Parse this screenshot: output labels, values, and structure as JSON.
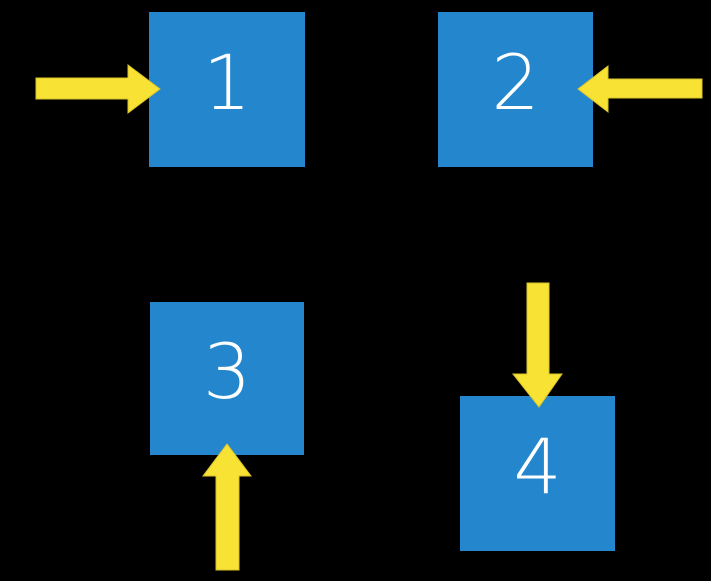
{
  "diagram": {
    "type": "slide-shapes",
    "description": "Four blue squares each receiving a yellow block arrow from a different side",
    "squares": [
      {
        "label": "1",
        "position": "top-left",
        "arrow_direction": "right",
        "arrow_enters_from": "left"
      },
      {
        "label": "2",
        "position": "top-right",
        "arrow_direction": "left",
        "arrow_enters_from": "right"
      },
      {
        "label": "3",
        "position": "bottom-left",
        "arrow_direction": "up",
        "arrow_enters_from": "bottom"
      },
      {
        "label": "4",
        "position": "bottom-right",
        "arrow_direction": "down",
        "arrow_enters_from": "top"
      }
    ]
  },
  "colors": {
    "background": "#000000",
    "square_fill": "#2487CE",
    "arrow_fill": "#F8E233",
    "arrow_edge": "#D9C32C",
    "label_text": "#FFFFFF"
  }
}
